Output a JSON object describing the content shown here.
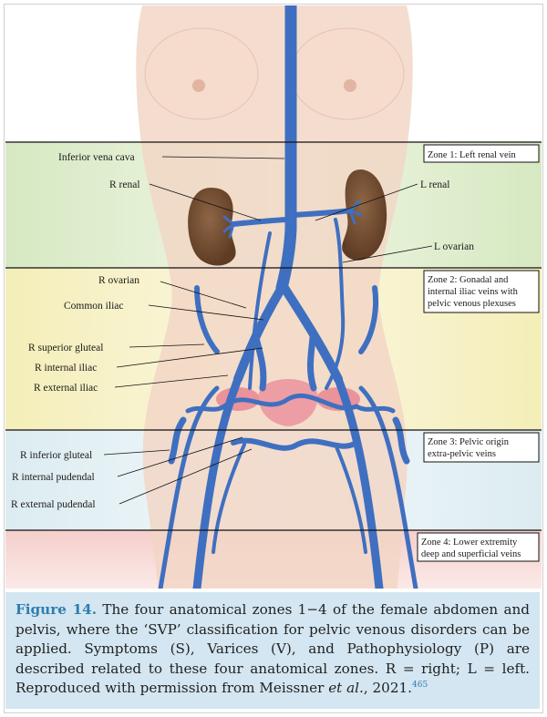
{
  "figure": {
    "labels_left": {
      "ivc": "Inferior vena cava",
      "r_renal": "R renal",
      "r_ovarian": "R ovarian",
      "common_iliac": "Common iliac",
      "r_sup_gluteal": "R superior gluteal",
      "r_int_iliac": "R internal iliac",
      "r_ext_iliac": "R external iliac",
      "r_inf_gluteal": "R inferior gluteal",
      "r_int_pudendal": "R internal pudendal",
      "r_ext_pudendal": "R external pudendal"
    },
    "labels_right": {
      "l_renal": "L renal",
      "l_ovarian": "L ovarian"
    },
    "zones": [
      {
        "lines": [
          "Zone 1: Left renal vein"
        ]
      },
      {
        "lines": [
          "Zone 2: Gonadal and",
          "internal iliac veins with",
          "pelvic venous plexuses"
        ]
      },
      {
        "lines": [
          "Zone 3: Pelvic origin",
          "extra-pelvic veins"
        ]
      },
      {
        "lines": [
          "Zone 4: Lower extremity",
          "deep and superficial veins"
        ]
      }
    ],
    "colors": {
      "zone1": "#dcebc9",
      "zone2": "#f4f1c4",
      "zone3": "#e3f0f3",
      "zone4": "#f6d3d0",
      "vein": "#3f6fc0",
      "skin": "#f2d5c4",
      "kidney": "#7a5236",
      "ovary": "#e98b95",
      "caption_bg": "#d3e6f1",
      "caption_accent": "#2f7dae"
    }
  },
  "caption": {
    "figure_label": "Figure 14.",
    "text_a": " The four anatomical zones 1−4 of the female abdomen and pelvis, where the ‘SVP’ classification for pelvic venous disorders can be applied. Symptoms (S), Varices (V), and Pathophysiology (P) are described related to these four anatomical zones. R = right; L = left. Reproduced with permission from Meissner ",
    "et_al": "et al.",
    "text_b": ", 2021.",
    "ref": "465"
  }
}
